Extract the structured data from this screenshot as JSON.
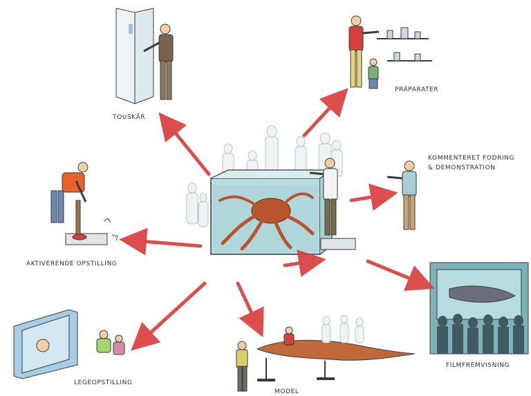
{
  "labels": {
    "touchscreen": "TOUSKÄR",
    "specimens": "PRÄPARATER",
    "commentary_line1": "KOMMENTERET FODRING",
    "commentary_line2": "& DEMONSTRATION",
    "interactive": "AKTIVERENDE OPSTILLING",
    "game": "LEGEOPSTILLING",
    "model": "MODEL",
    "film": "FILMFREMVISNING"
  },
  "colors": {
    "arrow": "#d93a3a",
    "water": "#b8dde0",
    "octopus": "#b8552e",
    "film_bg": "#7fb2b8",
    "ink": "#3a3a3a"
  }
}
